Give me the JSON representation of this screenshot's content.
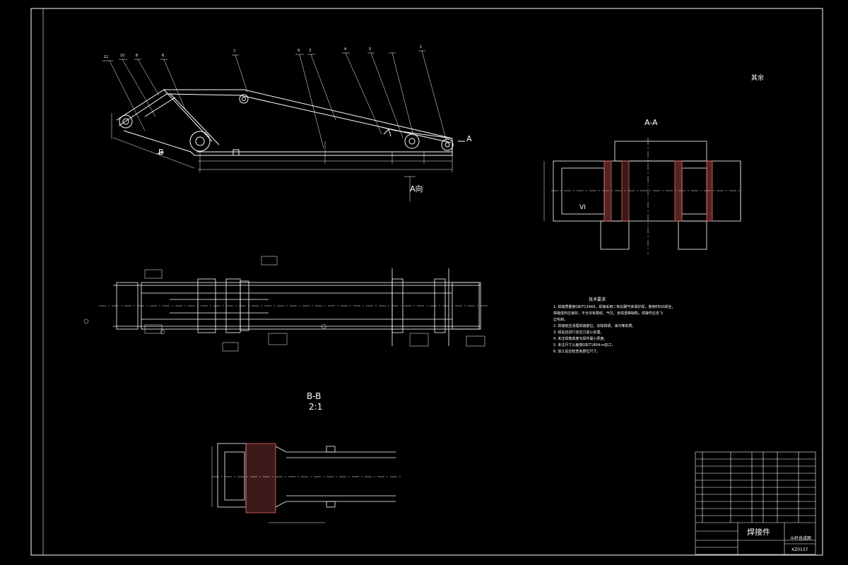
{
  "sheet": {
    "roughness_note": "其余",
    "views": {
      "section_aa": "A-A",
      "section_bb": "B-B",
      "scale_bb": "2:1",
      "view_a": "A向",
      "marker_a": "A",
      "marker_b": "B",
      "marker_vi": "VI"
    }
  },
  "balloons": [
    "11",
    "10",
    "8",
    "6",
    "7",
    "9",
    "3",
    "4",
    "5",
    "1"
  ],
  "technical_notes": {
    "title": "技术要求",
    "lines": [
      "1. 焊缝质量按GB/T12469，焊接采用二氧化碳气体保护焊，使用ER50焊丝，",
      "焊缝成形应良好，不允许有裂纹、气孔、未焊透等缺陷，焊接件应去飞",
      "边毛刺。",
      "2. 焊接前应清理焊接部位，去除铁锈、油污等杂质。",
      "3. 焊后应进行去应力退火处理。",
      "4. 未注焊角高度为焊件最小厚度。",
      "5. 未注尺寸公差按GB/T1804-m加工。",
      "6. 加工后应检查各部位尺寸。"
    ]
  },
  "title_block": {
    "part_name": "焊接件",
    "drawing_name": "斗杆总成图",
    "code": "XZ0137"
  }
}
